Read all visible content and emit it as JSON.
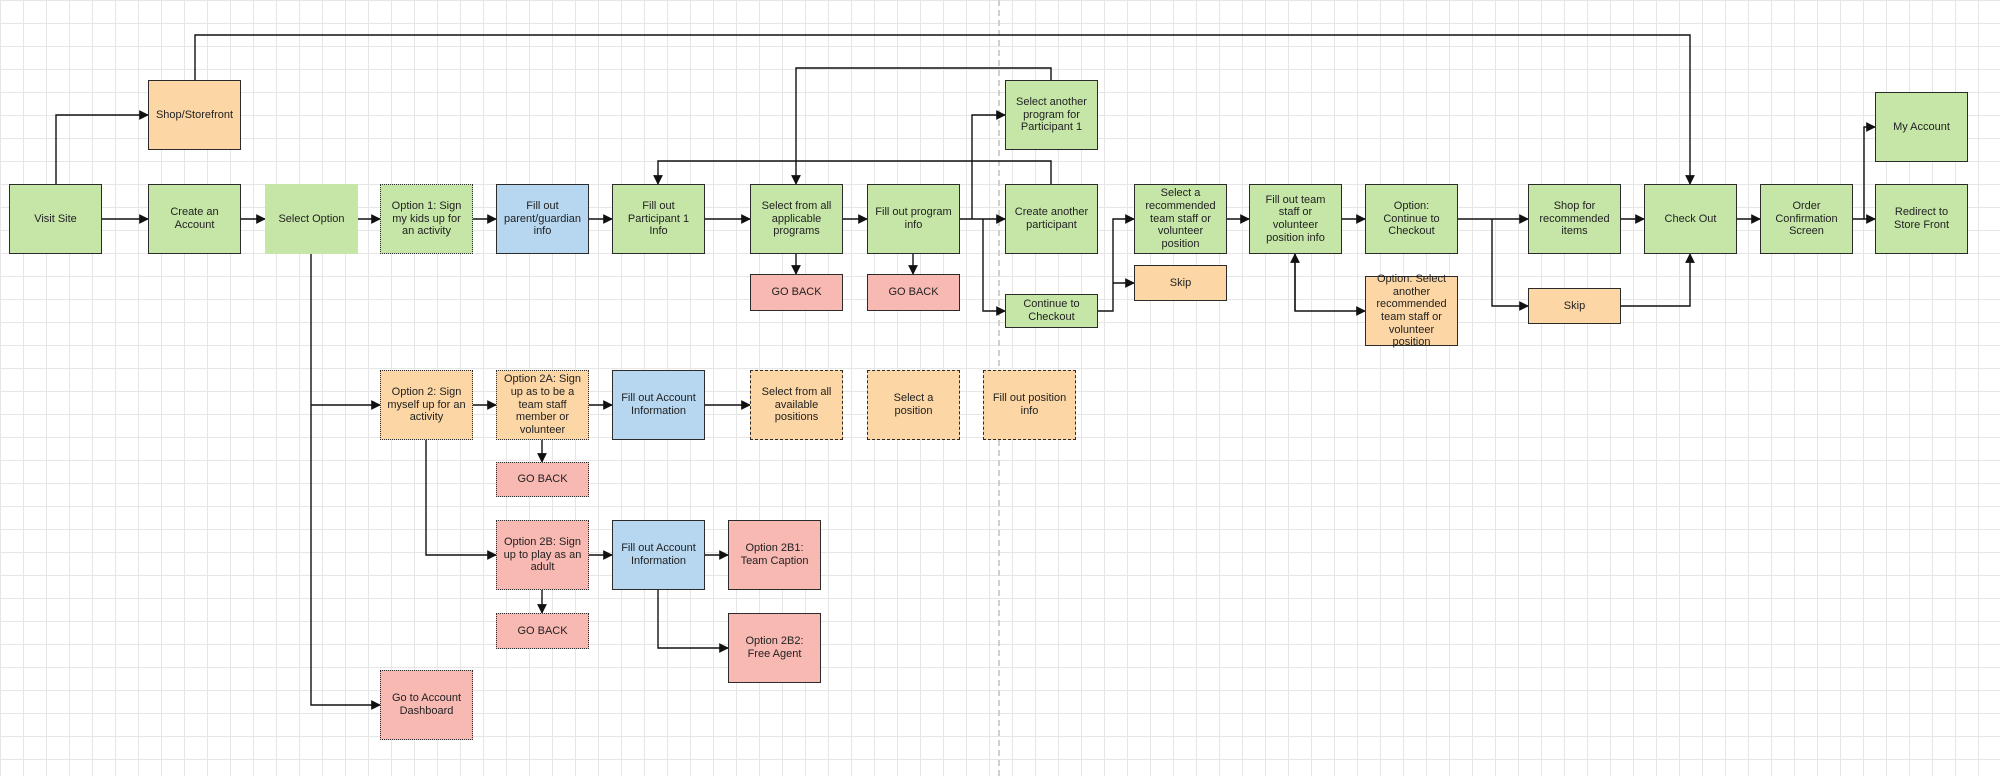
{
  "colors": {
    "green": "#c6e6a8",
    "orange": "#fcd6a4",
    "blue": "#b7d6ef",
    "red": "#f8b9b3",
    "border": "#2b2b2b",
    "wire": "#111111"
  },
  "nodes": {
    "visit_site": "Visit Site",
    "shop_storefront": "Shop/Storefront",
    "create_account": "Create an Account",
    "select_option": "Select Option",
    "option1": "Option 1: Sign my kids up for an activity",
    "fill_parent": "Fill out parent/guardian info",
    "fill_participant": "Fill out Participant 1 Info",
    "select_programs": "Select from all applicable programs",
    "fill_program": "Fill out program info",
    "go_back_1": "GO BACK",
    "go_back_2": "GO BACK",
    "select_another_program": "Select another program for Participant 1",
    "create_another": "Create another participant",
    "continue_checkout": "Continue to Checkout",
    "select_recommended": "Select a recommended team staff or volunteer position",
    "skip_1": "Skip",
    "fill_team_staff": "Fill out team staff or volunteer position info",
    "option_continue": "Option: Continue to Checkout",
    "option_select_another": "Option: Select another recommended team staff or volunteer position",
    "shop_recommended": "Shop for recommended items",
    "skip_2": "Skip",
    "check_out": "Check Out",
    "order_confirmation": "Order Confirmation Screen",
    "my_account": "My Account",
    "redirect_store": "Redirect to Store Front",
    "option2": "Option 2: Sign myself up for an activity",
    "option2a": "Option 2A: Sign up as to be a team staff member or volunteer",
    "fill_account_1": "Fill out Account Information",
    "select_positions": "Select from all available positions",
    "select_position": "Select a position",
    "fill_position": "Fill out position info",
    "go_back_3": "GO BACK",
    "option2b": "Option 2B: Sign up to play as an adult",
    "fill_account_2": "Fill out Account Information",
    "option2b1": "Option 2B1: Team Caption",
    "go_back_4": "GO BACK",
    "option2b2": "Option 2B2: Free Agent",
    "account_dashboard": "Go to Account Dashboard"
  }
}
